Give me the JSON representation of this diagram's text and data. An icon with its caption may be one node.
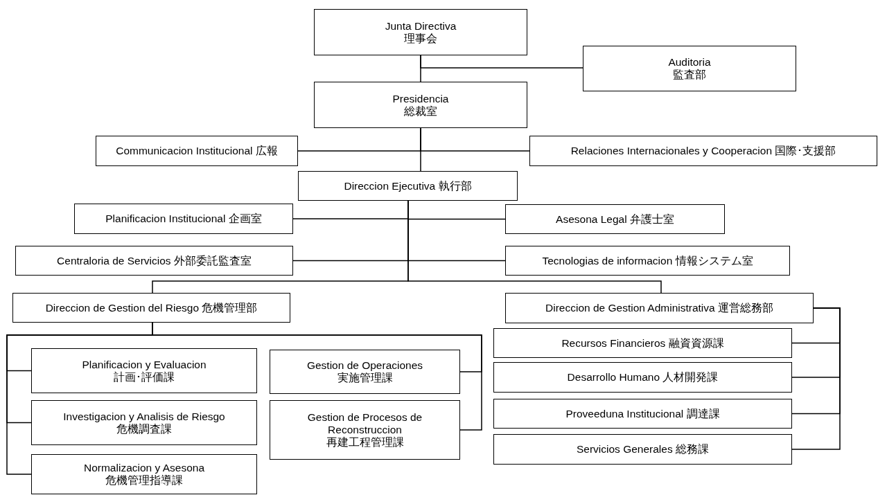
{
  "diagram": {
    "nodes": [
      {
        "text": [
          "Junta Directiva",
          "理事会"
        ]
      },
      {
        "text": [
          "Auditoria",
          "監査部"
        ]
      },
      {
        "text": [
          "Presidencia",
          "総裁室"
        ]
      },
      {
        "text": [
          "Communicacion Institucional 広報"
        ]
      },
      {
        "text": [
          "Relaciones Internacionales y Cooperacion 国際･支援部"
        ]
      },
      {
        "text": [
          "Direccion Ejecutiva 執行部"
        ]
      },
      {
        "text": [
          "Planificacion Institucional 企画室"
        ]
      },
      {
        "text": [
          "Asesona Legal 弁護士室"
        ]
      },
      {
        "text": [
          "Centraloria de Servicios 外部委託監査室"
        ]
      },
      {
        "text": [
          "Tecnologias de informacion 情報システム室"
        ]
      },
      {
        "text": [
          "Direccion de Gestion del Riesgo 危機管理部"
        ]
      },
      {
        "text": [
          "Direccion de Gestion Administrativa 運営総務部"
        ]
      },
      {
        "text": [
          "Planificacion y Evaluacion",
          "計画･評価課"
        ]
      },
      {
        "text": [
          "Gestion de Operaciones",
          "実施管理課"
        ]
      },
      {
        "text": [
          "Investigacion y Analisis de Riesgo",
          "危機調査課"
        ]
      },
      {
        "text": [
          "Gestion de Procesos de Reconstruccion",
          "再建工程管理課"
        ]
      },
      {
        "text": [
          "Normalizacion y Asesona",
          "危機管理指導課"
        ]
      },
      {
        "text": [
          "Recursos Financieros 融資資源課"
        ]
      },
      {
        "text": [
          "Desarrollo Humano 人材開発課"
        ]
      },
      {
        "text": [
          "Proveeduna Institucional 調達課"
        ]
      },
      {
        "text": [
          "Servicios Generales 総務課"
        ]
      }
    ],
    "edges": [
      {
        "from": 0,
        "to": 1,
        "arrow": "none"
      },
      {
        "from": 0,
        "to": 2,
        "arrow": "none"
      },
      {
        "from": 2,
        "to": 3,
        "arrow": "none"
      },
      {
        "from": 2,
        "to": 4,
        "arrow": "none"
      },
      {
        "from": 2,
        "to": 5,
        "arrow": "none"
      },
      {
        "from": 5,
        "to": 6,
        "arrow": "none"
      },
      {
        "from": 5,
        "to": 7,
        "arrow": "none"
      },
      {
        "from": 5,
        "to": 8,
        "arrow": "none"
      },
      {
        "from": 5,
        "to": 9,
        "arrow": "none"
      },
      {
        "from": 5,
        "to": 10,
        "arrow": "none"
      },
      {
        "from": 5,
        "to": 11,
        "arrow": "none"
      },
      {
        "from": 10,
        "to": 12,
        "arrow": "none"
      },
      {
        "from": 10,
        "to": 13,
        "arrow": "none"
      },
      {
        "from": 10,
        "to": 14,
        "arrow": "none"
      },
      {
        "from": 10,
        "to": 15,
        "arrow": "none"
      },
      {
        "from": 10,
        "to": 16,
        "arrow": "none"
      },
      {
        "from": 11,
        "to": 17,
        "arrow": "none"
      },
      {
        "from": 11,
        "to": 18,
        "arrow": "none"
      },
      {
        "from": 11,
        "to": 19,
        "arrow": "none"
      },
      {
        "from": 11,
        "to": 20,
        "arrow": "none"
      }
    ]
  }
}
